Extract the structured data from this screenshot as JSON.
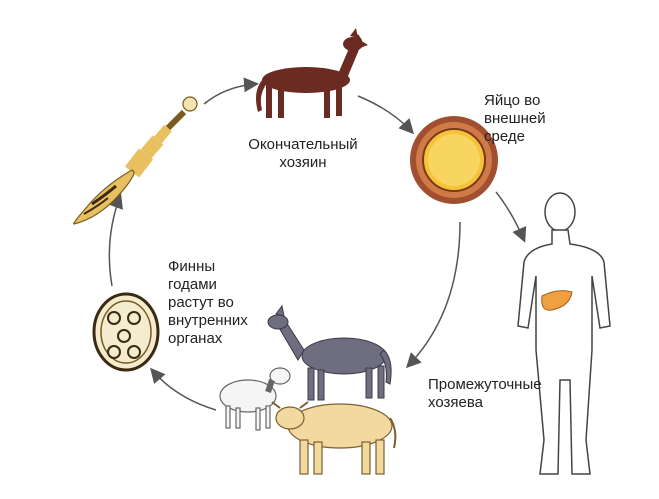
{
  "labels": {
    "final_host": "Окончательный\nхозяин",
    "egg": "Яйцо во\nвнешней\nсреде",
    "finns": "Финны\nгодами\nрастут во\nвнутренних\nорганах",
    "intermediate": "Промежуточные\nхозяева"
  },
  "colors": {
    "dog": "#6b2a22",
    "egg_shell": "#a05030",
    "worm": "#e8c060",
    "liver": "#f0a040",
    "horse": "#6e6e80",
    "cow": "#f2d9a0",
    "sheep": "#f5f5f5",
    "arrow": "#555555"
  }
}
